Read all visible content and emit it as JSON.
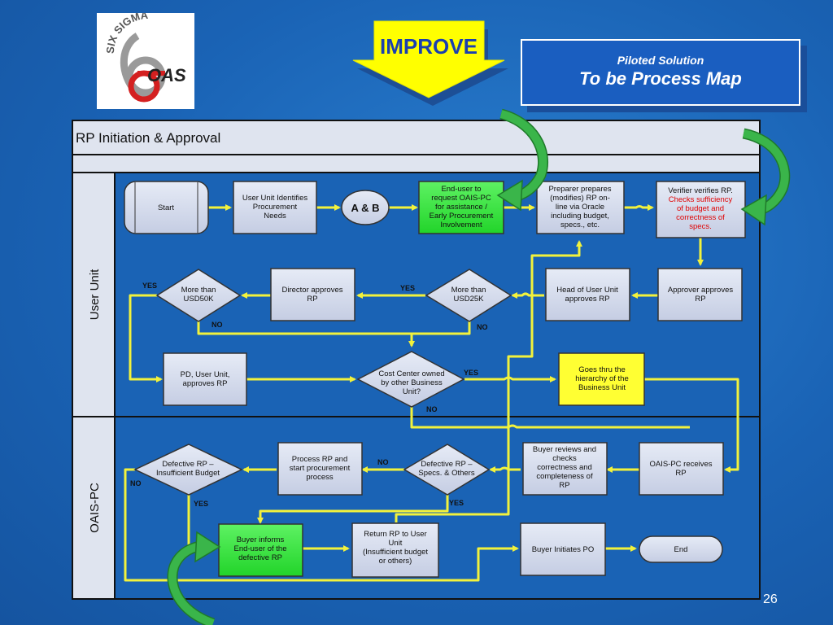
{
  "header": {
    "banner": "IMPROVE",
    "callout_line1": "Piloted Solution",
    "callout_line2": "To be Process Map"
  },
  "logo": {
    "top_text": "SIX SIGMA",
    "brand": "OAS"
  },
  "diagram": {
    "title": "RP Initiation & Approval",
    "lanes": {
      "user_unit": "User Unit",
      "oais_pc": "OAIS-PC"
    },
    "nodes": {
      "start": "Start",
      "identifies": [
        "User Unit Identifies",
        "Procurement",
        "Needs"
      ],
      "ab": "A & B",
      "enduser": [
        "End-user to",
        "request OAIS-PC",
        "for assistance /",
        "Early Procurement",
        "Involvement"
      ],
      "preparer": [
        "Preparer prepares",
        "(modifies)  RP on-",
        "line via Oracle",
        "including budget,",
        "specs., etc."
      ],
      "verifier_1": "Verifier verifies RP.",
      "verifier_red": [
        "Checks  sufficiency",
        "of budget and",
        "correctness of",
        "specs."
      ],
      "approver": [
        "Approver approves",
        "RP"
      ],
      "head": [
        "Head of User Unit",
        "approves RP"
      ],
      "more25": [
        "More than",
        "USD25K"
      ],
      "director": [
        "Director approves",
        "RP"
      ],
      "more50": [
        "More than",
        "USD50K"
      ],
      "pd": [
        "PD, User Unit,",
        "approves RP"
      ],
      "cost_center": [
        "Cost Center owned",
        "by other Business",
        "Unit?"
      ],
      "hierarchy": [
        "Goes thru the",
        "hierarchy of the",
        "Business Unit"
      ],
      "oais_receives": [
        "OAIS-PC receives",
        "RP"
      ],
      "buyer_reviews": [
        "Buyer reviews and",
        "checks",
        "correctness and",
        "completeness of",
        "RP"
      ],
      "defective_specs": [
        "Defective RP –",
        "Specs. & Others"
      ],
      "process_rp": [
        "Process RP and",
        "start procurement",
        "process"
      ],
      "defective_budget": [
        "Defective RP –",
        "Insufficient Budget"
      ],
      "buyer_informs": [
        "Buyer informs",
        "End-user of the",
        "defective RP"
      ],
      "return_rp": [
        "Return RP to User",
        "Unit",
        "(Insufficient budget",
        "or others)"
      ],
      "buyer_po": "Buyer Initiates PO",
      "end": "End"
    },
    "edge_labels": {
      "yes": "YES",
      "no": "NO"
    }
  },
  "slide_number": "26",
  "colors": {
    "background": "#1a63b5",
    "box_fill": "#d6dcec",
    "highlight_green": "#33e83a",
    "highlight_yellow": "#ffff33",
    "connector": "#f2f23c",
    "banner_arrow": "#ffff00",
    "curved_arrow": "#3ab54a",
    "accent_red": "#e00000"
  }
}
